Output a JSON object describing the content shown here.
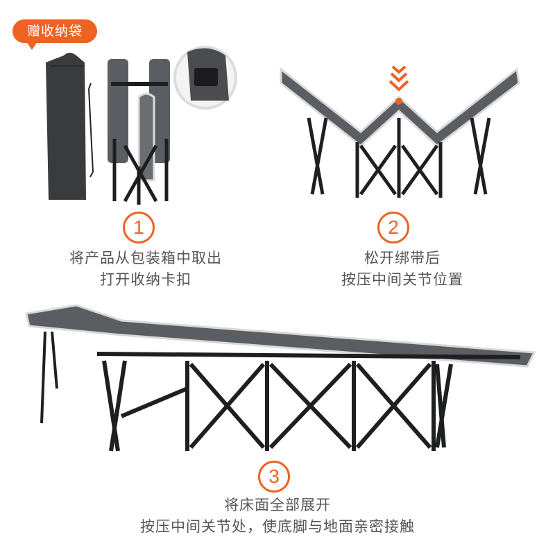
{
  "badge": {
    "label": "赠收纳袋",
    "color": "#ee6223"
  },
  "steps": [
    {
      "number": "1",
      "lines": [
        "将产品从包装箱中取出",
        "打开收纳卡扣"
      ]
    },
    {
      "number": "2",
      "lines": [
        "松开绑带后",
        "按压中间关节位置"
      ]
    },
    {
      "number": "3",
      "lines": [
        "将床面全部展开",
        "按压中间关节处，使底脚与地面亲密接触"
      ]
    }
  ],
  "colors": {
    "accent": "#ee6223",
    "text": "#555555",
    "fabric": "#5a5d62",
    "frame": "#1e1f21",
    "trim": "#d8d8d8"
  }
}
